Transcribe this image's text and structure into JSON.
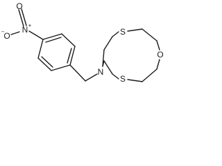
{
  "molecule": {
    "atoms": {
      "nitro_o_top": "O",
      "nitro_n": "N",
      "nitro_o_side": "O",
      "ring_s_top": "S",
      "ring_o": "O",
      "ring_n": "N",
      "ring_s_bottom": "S"
    },
    "charges": {
      "nitro_n": "+",
      "nitro_o_side": "−"
    }
  }
}
